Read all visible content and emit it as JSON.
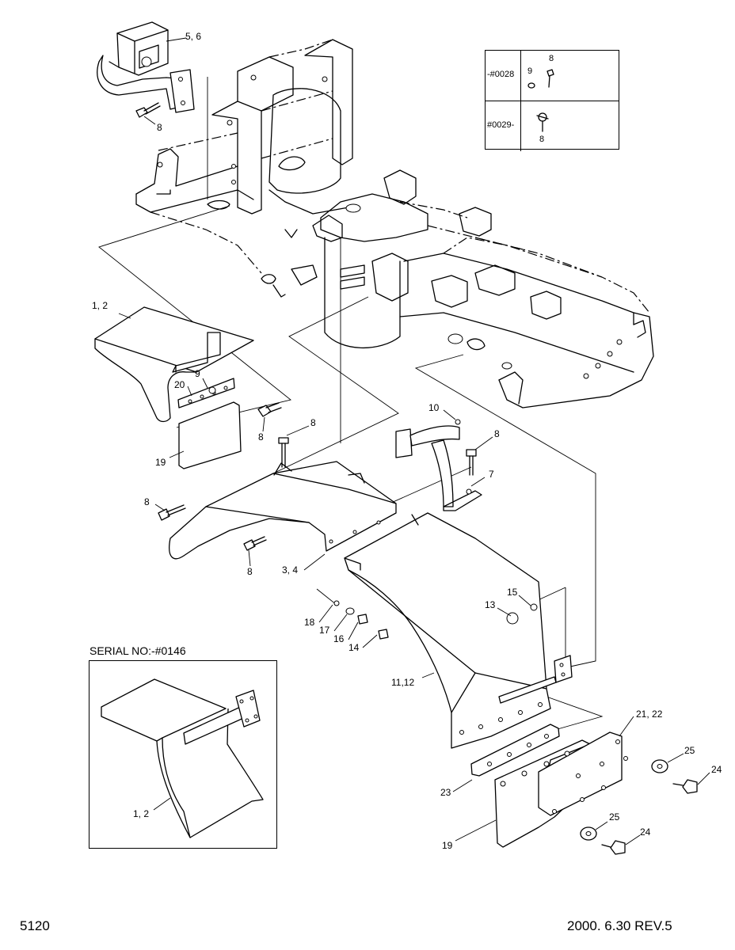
{
  "callouts": [
    {
      "id": "c56",
      "text": "5, 6"
    },
    {
      "id": "c8a",
      "text": "8"
    },
    {
      "id": "c12a",
      "text": "1, 2"
    },
    {
      "id": "c20",
      "text": "20"
    },
    {
      "id": "c9a",
      "text": "9"
    },
    {
      "id": "c8b",
      "text": "8"
    },
    {
      "id": "c19a",
      "text": "19"
    },
    {
      "id": "c10",
      "text": "10"
    },
    {
      "id": "c8c",
      "text": "8"
    },
    {
      "id": "c8d",
      "text": "8"
    },
    {
      "id": "c7",
      "text": "7"
    },
    {
      "id": "c8e",
      "text": "8"
    },
    {
      "id": "c8f",
      "text": "8"
    },
    {
      "id": "c34",
      "text": "3, 4"
    },
    {
      "id": "c15",
      "text": "15"
    },
    {
      "id": "c13",
      "text": "13"
    },
    {
      "id": "c18",
      "text": "18"
    },
    {
      "id": "c17",
      "text": "17"
    },
    {
      "id": "c16",
      "text": "16"
    },
    {
      "id": "c14",
      "text": "14"
    },
    {
      "id": "c1112",
      "text": "11,12"
    },
    {
      "id": "c2122",
      "text": "21, 22"
    },
    {
      "id": "c25a",
      "text": "25"
    },
    {
      "id": "c24a",
      "text": "24"
    },
    {
      "id": "c23",
      "text": "23"
    },
    {
      "id": "c25b",
      "text": "25"
    },
    {
      "id": "c24b",
      "text": "24"
    },
    {
      "id": "c19b",
      "text": "19"
    },
    {
      "id": "c12b",
      "text": "1, 2"
    }
  ],
  "serial_table": {
    "rows": [
      {
        "serial": "-#0028",
        "parts": [
          "9",
          "8"
        ]
      },
      {
        "serial": "#0029-",
        "parts": [
          "8"
        ]
      }
    ]
  },
  "inset": {
    "title": "SERIAL NO:-#0146"
  },
  "footer": {
    "page": "5120",
    "date_rev": "2000. 6.30  REV.5"
  }
}
